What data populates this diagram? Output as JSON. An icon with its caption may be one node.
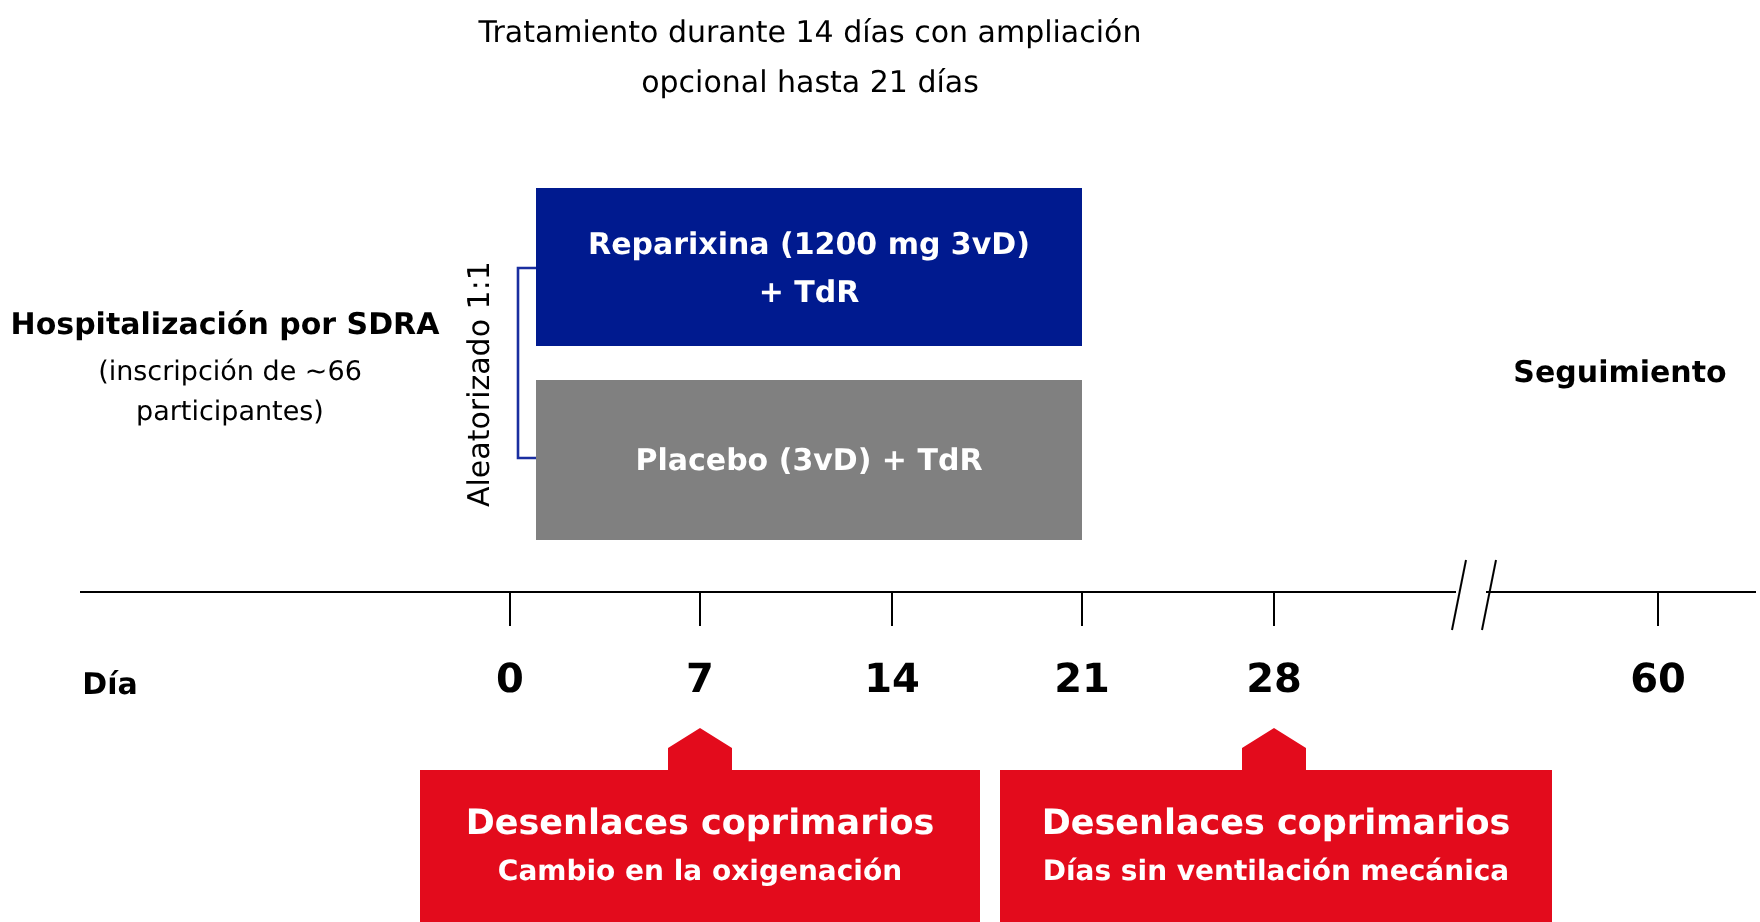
{
  "diagram": {
    "nodes": [
      {
        "text": [
          "Reparixina (1200 mg 3vD) + TdR"
        ]
      },
      {
        "text": [
          "Placebo (3vD) + TdR"
        ]
      },
      {
        "text": [
          "Desenlaces coprimarios",
          "Cambio en la oxigenación"
        ]
      },
      {
        "text": [
          "Desenlaces coprimarios",
          "Días sin ventilación mecánica"
        ]
      }
    ],
    "labels": [
      "Tratamiento durante 14 días con ampliación opcional hasta 21 días",
      "Hospitalización por SDRA",
      "(inscripción de ~66 participantes)",
      "Aleatorizado 1:1",
      "Seguimiento",
      "Día",
      "0",
      "7",
      "14",
      "21",
      "28",
      "60"
    ]
  }
}
